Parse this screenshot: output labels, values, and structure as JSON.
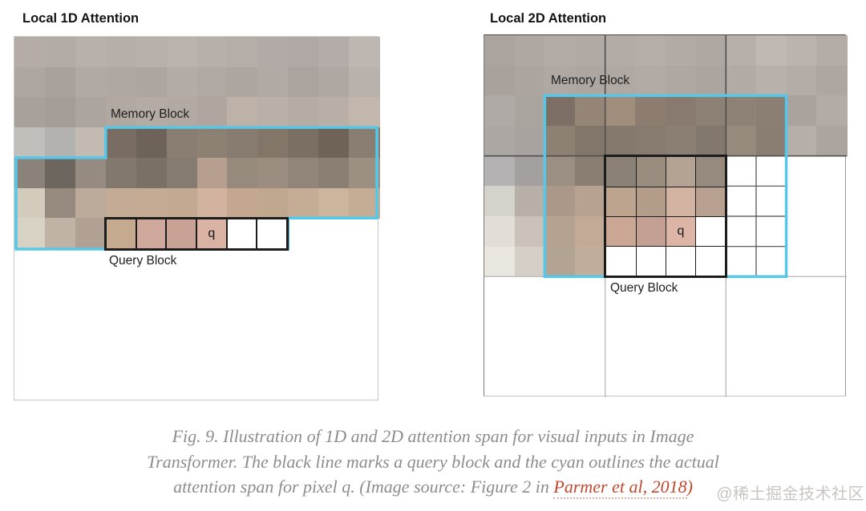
{
  "colors": {
    "cyan": "#55c7e8",
    "query_border": "#1c1c1c",
    "grid_dark": "#4f4f4f",
    "grid_light": "#bdbdbd",
    "thin_grid": "#4a4a4a",
    "caption_text": "#8d8d8d",
    "link": "#c2472e",
    "watermark": "#c9c5c1"
  },
  "left_panel": {
    "title": "Local 1D Attention",
    "memory_label": "Memory Block",
    "query_label": "Query Block",
    "q": "q",
    "q_index": 3,
    "pixels": [
      [
        "#b5aca7",
        "#b3aba6",
        "#b8b0ab",
        "#b6aea9",
        "#b8b0ab",
        "#bab2ad",
        "#b7afaa",
        "#b5ada8",
        "#b2aaa7",
        "#b0a8a5",
        "#b4aca8",
        "#beb6b0"
      ],
      [
        "#aea6a1",
        "#a9a19c",
        "#b1a9a4",
        "#afa7a2",
        "#ada59f",
        "#b3aba5",
        "#b0a8a2",
        "#ada59f",
        "#b1a9a3",
        "#aba39d",
        "#afa7a1",
        "#b9b1ab"
      ],
      [
        "#a8a09b",
        "#a59d98",
        "#aca49f",
        "#b1a8a2",
        "#b4aba5",
        "#b2a9a3",
        "#afa6a0",
        "#bdb1a8",
        "#bab0a7",
        "#b6aca3",
        "#b9afa6",
        "#c2b6ad"
      ],
      [
        "#c0bfbb",
        "#b3b2b0",
        "#c3bab2",
        "#796d63",
        "#6e6359",
        "#8a7d71",
        "#8d8174",
        "#887b6f",
        "#837669",
        "#7b6f64",
        "#6f6358",
        "#8a7e72"
      ],
      [
        "#8b8279",
        "#6d665f",
        "#968b80",
        "#83786d",
        "#7b7066",
        "#867b70",
        "#b69f8e",
        "#968a7d",
        "#9b8e81",
        "#918479",
        "#8b7e72",
        "#9c9083"
      ],
      [
        "#d3cbbc",
        "#958a7d",
        "#bcab9a",
        "#c3ab95",
        "#c5ab94",
        "#c3a98f",
        "#d1b39f",
        "#c3a78f",
        "#bfa88e",
        "#c4ad94",
        "#ccb59b",
        "#c4ad94"
      ],
      [
        "#d8d2c5",
        "#c0b2a4",
        "#b1a195",
        null,
        null,
        null,
        null,
        null,
        null,
        null,
        null,
        null
      ]
    ],
    "query_cells": [
      "#c6aa8f",
      "#cfa99b",
      "#c7a295",
      "#dab3a5",
      "#ffffff",
      "#ffffff"
    ]
  },
  "right_panel": {
    "title": "Local 2D Attention",
    "memory_label": "Memory Block",
    "query_label": "Query Block",
    "q": "q",
    "q_row": 2,
    "q_col": 2,
    "pixels": [
      [
        "#aaa39e",
        "#aea7a2",
        "#b2aba6",
        "#b0a9a4",
        "#b2aba6",
        "#b4ada8",
        "#b1aaa5",
        "#aea7a2",
        "#b6afaa",
        "#c0b9b3",
        "#bab3ae",
        "#b3aca7"
      ],
      [
        "#a8a19c",
        "#aca59f",
        "#b0a9a3",
        "#aea7a1",
        "#b0a9a3",
        "#b2aba5",
        "#afa8a2",
        "#aca59f",
        "#b2aba5",
        "#b8b1ab",
        "#b4ada7",
        "#aea7a1"
      ],
      [
        "#b0aaa6",
        "#aaa49f",
        "#7d6f66",
        "#958577",
        "#a18d7c",
        "#8d7d70",
        "#887a6e",
        "#8d8074",
        "#8e8175",
        "#8b7e72",
        "#a9a29d",
        "#b2aba6"
      ],
      [
        "#ada7a3",
        "#a9a39f",
        "#8d8174",
        "#82766a",
        "#85796d",
        "#877b6f",
        "#8b7f73",
        "#83786d",
        "#968a7d",
        "#8a7e72",
        "#b5aea9",
        "#aba49f"
      ],
      [
        "#b5b2b4",
        "#a5a0a0",
        "#9b8e82",
        "#8a7d71",
        null,
        null,
        null,
        null,
        null,
        null,
        null,
        null
      ],
      [
        "#d5d1cb",
        "#b7afa8",
        "#ab9888",
        "#b7a190",
        null,
        null,
        null,
        null,
        null,
        null,
        null,
        null
      ],
      [
        "#e2ddd7",
        "#c9c1ba",
        "#b5a290",
        "#c2aa97",
        null,
        null,
        null,
        null,
        null,
        null,
        null,
        null
      ],
      [
        "#e9e5df",
        "#d6cfc8",
        "#b3a392",
        "#c0ad9a",
        null,
        null,
        null,
        null,
        null,
        null,
        null,
        null
      ]
    ],
    "query_cells": [
      [
        "#8b8176",
        "#9a8d80",
        "#b4a292",
        "#968a7e"
      ],
      [
        "#bca48f",
        "#b49c8b",
        "#d3b3a2",
        "#b8a090"
      ],
      [
        "#cba695",
        "#c4a094",
        "#dcb5a6",
        "#ffffff"
      ],
      [
        "#ffffff",
        "#ffffff",
        "#ffffff",
        "#ffffff"
      ]
    ]
  },
  "caption": {
    "line1": "Fig. 9. Illustration of 1D and 2D attention span for visual inputs in Image",
    "line2": "Transformer. The black line marks a query block and the cyan outlines the actual",
    "line3_prefix": "attention span for pixel q. (Image source: Figure 2 in ",
    "link_text": "Parmer et al, 2018",
    "line3_suffix": ")"
  },
  "watermark": "@稀土掘金技术社区"
}
